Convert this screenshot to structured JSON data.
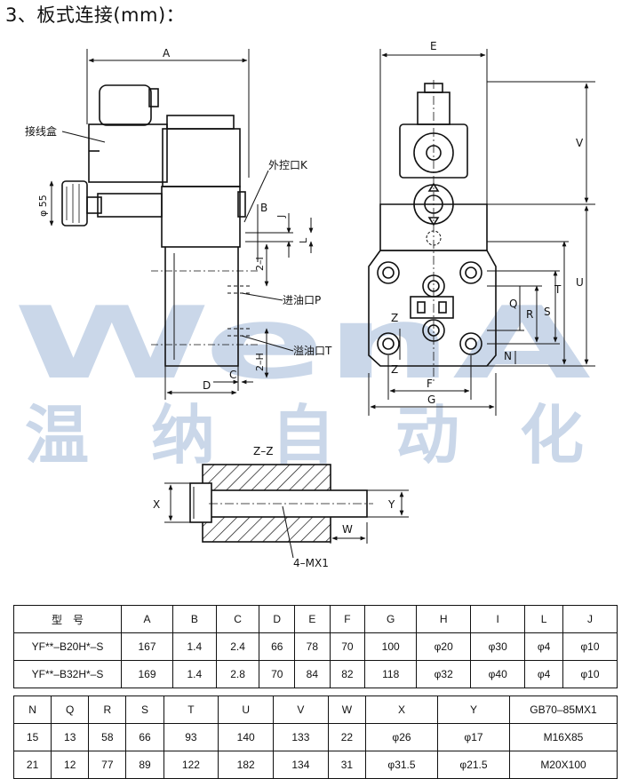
{
  "title": "3、板式连接(mm)：",
  "labels": {
    "A": "A",
    "E": "E",
    "V": "V",
    "U": "U",
    "T": "T",
    "S": "S",
    "R": "R",
    "Q": "Q",
    "N": "N",
    "Z": "Z",
    "F": "F",
    "G": "G",
    "B": "B",
    "J": "J",
    "L": "L",
    "twoI": "2–I",
    "twoH": "2–H",
    "C": "C",
    "D": "D",
    "X": "X",
    "Y": "Y",
    "W": "W",
    "phi55": "φ 55",
    "junction_box": "接线盒",
    "external_port": "外控口K",
    "inlet_port": "进油口P",
    "overflow_port": "溢油口T",
    "section": "Z–Z",
    "bolts": "4–MX1"
  },
  "watermark": {
    "latin": "WenA",
    "chinese": [
      "温",
      "纳",
      "自",
      "动",
      "化"
    ]
  },
  "table1": {
    "header": [
      "型　号",
      "A",
      "B",
      "C",
      "D",
      "E",
      "F",
      "G",
      "H",
      "I",
      "L",
      "J"
    ],
    "rows": [
      [
        "YF**–B20H*–S",
        "167",
        "1.4",
        "2.4",
        "66",
        "78",
        "70",
        "100",
        "φ20",
        "φ30",
        "φ4",
        "φ10"
      ],
      [
        "YF**–B32H*–S",
        "169",
        "1.4",
        "2.8",
        "70",
        "84",
        "82",
        "118",
        "φ32",
        "φ40",
        "φ4",
        "φ10"
      ]
    ]
  },
  "table2": {
    "header": [
      "N",
      "Q",
      "R",
      "S",
      "T",
      "U",
      "V",
      "W",
      "X",
      "Y",
      "GB70–85MX1"
    ],
    "rows": [
      [
        "15",
        "13",
        "58",
        "66",
        "93",
        "140",
        "133",
        "22",
        "φ26",
        "φ17",
        "M16X85"
      ],
      [
        "21",
        "12",
        "77",
        "89",
        "122",
        "182",
        "134",
        "31",
        "φ31.5",
        "φ21.5",
        "M20X100"
      ]
    ]
  },
  "colors": {
    "line": "#111111",
    "watermark": "#9fb8d8"
  }
}
